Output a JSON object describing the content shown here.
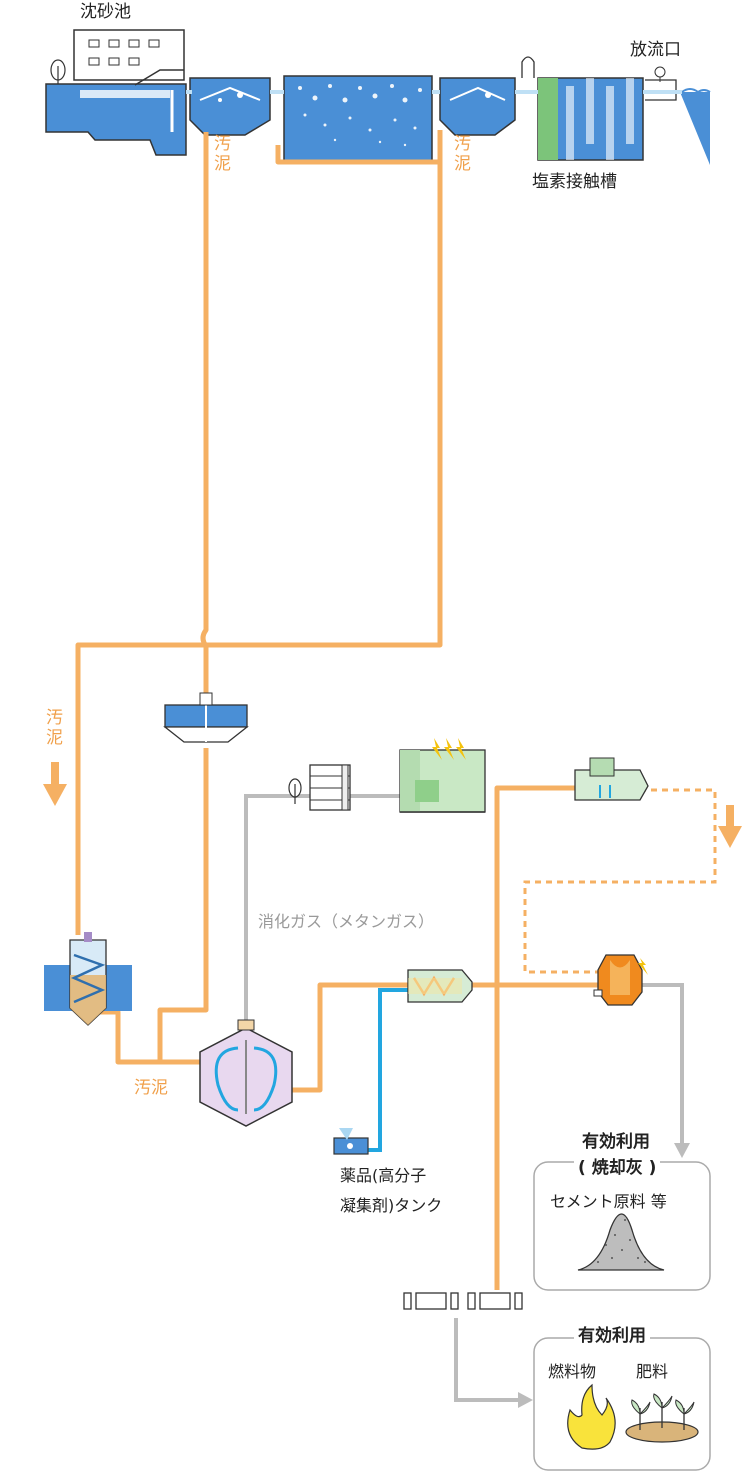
{
  "labels": {
    "grit_chamber": "沈砂池",
    "outfall": "放流口",
    "chlorine_tank": "塩素接触槽",
    "sludge_left": "汚泥",
    "sludge_right": "汚泥",
    "sludge_vertical": "汚泥",
    "sludge_bottom": "汚泥",
    "digestion_gas": "消化ガス（メタンガス）",
    "chemical_tank_line1": "薬品(高分子",
    "chemical_tank_line2": "凝集剤)タンク"
  },
  "use_box_ash": {
    "title": "有効利用",
    "subtitle": "( 焼却灰 )",
    "items": "セメント原料 等"
  },
  "use_box_other": {
    "title": "有効利用",
    "item_fuel": "燃料物",
    "item_fertilizer": "肥料"
  },
  "colors": {
    "water_blue": "#4a8fd6",
    "sludge_orange": "#f5b063",
    "chemical_blue": "#22a6e0",
    "gas_gray": "#b4b4b4",
    "flame": "#f08a1e",
    "digester_purple": "#e8d8ef"
  },
  "icons": [
    "building-icon",
    "tree-icon",
    "sedimentation-tank-icon",
    "aeration-tank-icon",
    "lightning-icon",
    "gas-holder-icon",
    "generator-icon",
    "thickener-icon",
    "digester-icon",
    "dewatering-machine-icon",
    "incinerator-icon",
    "dryer-icon",
    "ash-pile-icon",
    "flame-icon",
    "sprout-icon",
    "pipe-fitting-icon"
  ]
}
